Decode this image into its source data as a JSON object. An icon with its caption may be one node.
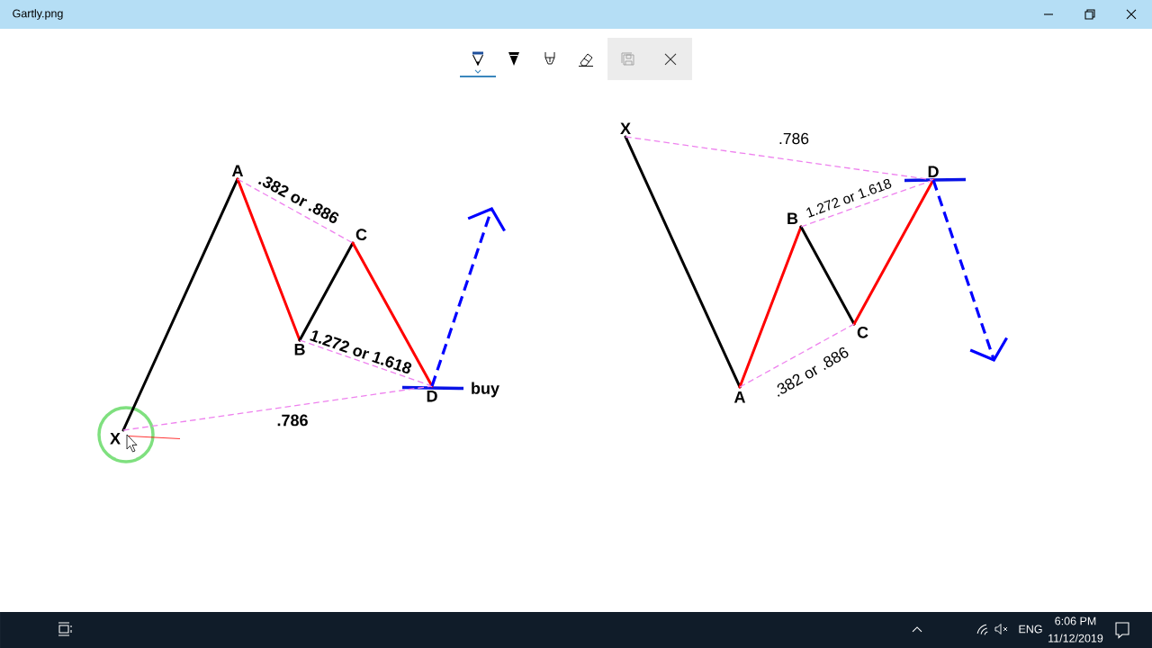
{
  "diagram": {
    "nodes": [
      {
        "text": [
          "X"
        ]
      },
      {
        "text": [
          "A"
        ]
      },
      {
        "text": [
          "B"
        ]
      },
      {
        "text": [
          "C"
        ]
      },
      {
        "text": [
          "D"
        ]
      },
      {
        "text": [
          "X"
        ]
      },
      {
        "text": [
          "D"
        ]
      },
      {
        "text": [
          "B"
        ]
      },
      {
        "text": [
          "C"
        ]
      },
      {
        "text": [
          "A"
        ]
      }
    ],
    "edges": [
      {
        "from": 0,
        "to": 1,
        "arrow": "none",
        "color": "#000000"
      },
      {
        "from": 1,
        "to": 2,
        "arrow": "none",
        "color": "#ff0000"
      },
      {
        "from": 2,
        "to": 3,
        "arrow": "none",
        "color": "#000000"
      },
      {
        "from": 3,
        "to": 4,
        "arrow": "none",
        "color": "#ff0000"
      },
      {
        "from": 1,
        "to": 3,
        "arrow": "none",
        "label": ".382 or .886",
        "style": "dashed",
        "color": "#ee82ee"
      },
      {
        "from": 2,
        "to": 4,
        "arrow": "none",
        "label": "1.272 or 1.618",
        "style": "dashed",
        "color": "#ee82ee"
      },
      {
        "from": 0,
        "to": 4,
        "arrow": "none",
        "label": ".786",
        "style": "dashed",
        "color": "#ee82ee"
      },
      {
        "from": 4,
        "to": null,
        "arrow": "to",
        "style": "dashed",
        "color": "#0000ff"
      },
      {
        "from": 5,
        "to": 9,
        "arrow": "none",
        "color": "#000000"
      },
      {
        "from": 9,
        "to": 7,
        "arrow": "none",
        "color": "#ff0000"
      },
      {
        "from": 7,
        "to": 8,
        "arrow": "none",
        "color": "#000000"
      },
      {
        "from": 8,
        "to": 6,
        "arrow": "none",
        "color": "#ff0000"
      },
      {
        "from": 5,
        "to": 6,
        "arrow": "none",
        "label": ".786",
        "style": "dashed",
        "color": "#ee82ee"
      },
      {
        "from": 7,
        "to": 6,
        "arrow": "none",
        "label": "1.272 or 1.618",
        "style": "dashed",
        "color": "#ee82ee"
      },
      {
        "from": 9,
        "to": 8,
        "arrow": "none",
        "label": ".382 or .886",
        "style": "dashed",
        "color": "#ee82ee"
      },
      {
        "from": 6,
        "to": null,
        "arrow": "to",
        "style": "dashed",
        "color": "#0000ff"
      }
    ],
    "labels": [
      "Gartly.png",
      "buy",
      "ENG",
      "6:06 PM",
      "11/12/2019"
    ]
  }
}
